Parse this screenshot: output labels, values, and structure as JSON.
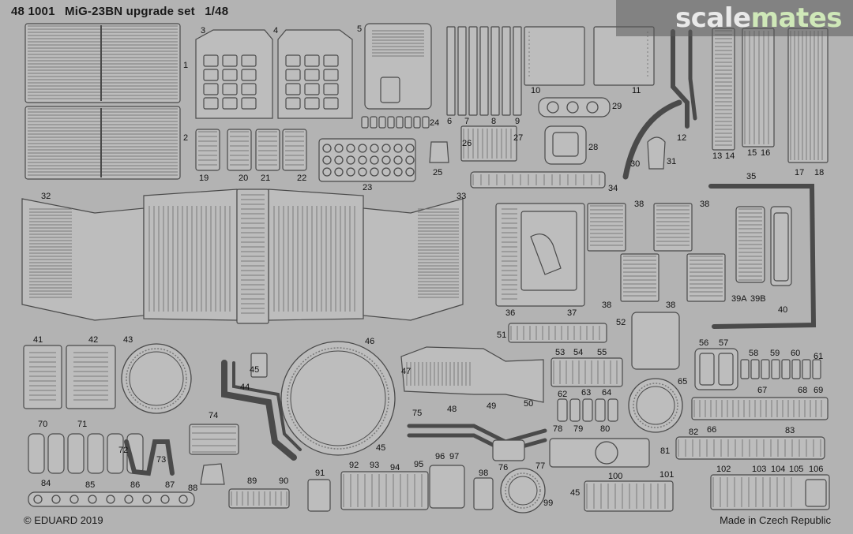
{
  "header": {
    "set_number": "48 1001",
    "title": "MiG-23BN upgrade set",
    "scale": "1/48"
  },
  "watermark": {
    "part1": "scale",
    "part2": "mates"
  },
  "footer": {
    "copyright": "© EDUARD 2019",
    "origin": "Made in Czech Republic"
  },
  "colors": {
    "fret": "#b3b3b3",
    "part_fill": "#bdbdbd",
    "part_stroke": "#4a4a4a",
    "etch_dark": "#7a7a7a"
  },
  "part_numbers": [
    {
      "id": "p1",
      "label": "1"
    },
    {
      "id": "p2",
      "label": "2"
    },
    {
      "id": "p3",
      "label": "3"
    },
    {
      "id": "p4",
      "label": "4"
    },
    {
      "id": "p5",
      "label": "5"
    },
    {
      "id": "p6",
      "label": "6"
    },
    {
      "id": "p7",
      "label": "7"
    },
    {
      "id": "p8",
      "label": "8"
    },
    {
      "id": "p9",
      "label": "9"
    },
    {
      "id": "p10",
      "label": "10"
    },
    {
      "id": "p11",
      "label": "11"
    },
    {
      "id": "p12",
      "label": "12"
    },
    {
      "id": "p13",
      "label": "13"
    },
    {
      "id": "p14",
      "label": "14"
    },
    {
      "id": "p15",
      "label": "15"
    },
    {
      "id": "p16",
      "label": "16"
    },
    {
      "id": "p17",
      "label": "17"
    },
    {
      "id": "p18",
      "label": "18"
    },
    {
      "id": "p19",
      "label": "19"
    },
    {
      "id": "p20",
      "label": "20"
    },
    {
      "id": "p21",
      "label": "21"
    },
    {
      "id": "p22",
      "label": "22"
    },
    {
      "id": "p23",
      "label": "23"
    },
    {
      "id": "p24",
      "label": "24"
    },
    {
      "id": "p25",
      "label": "25"
    },
    {
      "id": "p26",
      "label": "26"
    },
    {
      "id": "p27",
      "label": "27"
    },
    {
      "id": "p28",
      "label": "28"
    },
    {
      "id": "p29",
      "label": "29"
    },
    {
      "id": "p30",
      "label": "30"
    },
    {
      "id": "p31",
      "label": "31"
    },
    {
      "id": "p32",
      "label": "32"
    },
    {
      "id": "p33",
      "label": "33"
    },
    {
      "id": "p34",
      "label": "34"
    },
    {
      "id": "p35",
      "label": "35"
    },
    {
      "id": "p36",
      "label": "36"
    },
    {
      "id": "p37",
      "label": "37"
    },
    {
      "id": "p38a",
      "label": "38"
    },
    {
      "id": "p38b",
      "label": "38"
    },
    {
      "id": "p38c",
      "label": "38"
    },
    {
      "id": "p38d",
      "label": "38"
    },
    {
      "id": "p39a",
      "label": "39A"
    },
    {
      "id": "p39b",
      "label": "39B"
    },
    {
      "id": "p40",
      "label": "40"
    },
    {
      "id": "p41",
      "label": "41"
    },
    {
      "id": "p42",
      "label": "42"
    },
    {
      "id": "p43",
      "label": "43"
    },
    {
      "id": "p44",
      "label": "44"
    },
    {
      "id": "p45a",
      "label": "45"
    },
    {
      "id": "p45b",
      "label": "45"
    },
    {
      "id": "p45c",
      "label": "45"
    },
    {
      "id": "p46",
      "label": "46"
    },
    {
      "id": "p47",
      "label": "47"
    },
    {
      "id": "p48",
      "label": "48"
    },
    {
      "id": "p49",
      "label": "49"
    },
    {
      "id": "p50",
      "label": "50"
    },
    {
      "id": "p51",
      "label": "51"
    },
    {
      "id": "p52",
      "label": "52"
    },
    {
      "id": "p53",
      "label": "53"
    },
    {
      "id": "p54",
      "label": "54"
    },
    {
      "id": "p55",
      "label": "55"
    },
    {
      "id": "p56",
      "label": "56"
    },
    {
      "id": "p57",
      "label": "57"
    },
    {
      "id": "p58",
      "label": "58"
    },
    {
      "id": "p59",
      "label": "59"
    },
    {
      "id": "p60",
      "label": "60"
    },
    {
      "id": "p61",
      "label": "61"
    },
    {
      "id": "p62",
      "label": "62"
    },
    {
      "id": "p63",
      "label": "63"
    },
    {
      "id": "p64",
      "label": "64"
    },
    {
      "id": "p65",
      "label": "65"
    },
    {
      "id": "p66",
      "label": "66"
    },
    {
      "id": "p67",
      "label": "67"
    },
    {
      "id": "p68",
      "label": "68"
    },
    {
      "id": "p69",
      "label": "69"
    },
    {
      "id": "p70",
      "label": "70"
    },
    {
      "id": "p71",
      "label": "71"
    },
    {
      "id": "p72",
      "label": "72"
    },
    {
      "id": "p73",
      "label": "73"
    },
    {
      "id": "p74",
      "label": "74"
    },
    {
      "id": "p75",
      "label": "75"
    },
    {
      "id": "p76",
      "label": "76"
    },
    {
      "id": "p77",
      "label": "77"
    },
    {
      "id": "p78",
      "label": "78"
    },
    {
      "id": "p79",
      "label": "79"
    },
    {
      "id": "p80",
      "label": "80"
    },
    {
      "id": "p81",
      "label": "81"
    },
    {
      "id": "p82",
      "label": "82"
    },
    {
      "id": "p83",
      "label": "83"
    },
    {
      "id": "p84",
      "label": "84"
    },
    {
      "id": "p85",
      "label": "85"
    },
    {
      "id": "p86",
      "label": "86"
    },
    {
      "id": "p87",
      "label": "87"
    },
    {
      "id": "p88",
      "label": "88"
    },
    {
      "id": "p89",
      "label": "89"
    },
    {
      "id": "p90",
      "label": "90"
    },
    {
      "id": "p91",
      "label": "91"
    },
    {
      "id": "p92",
      "label": "92"
    },
    {
      "id": "p93",
      "label": "93"
    },
    {
      "id": "p94",
      "label": "94"
    },
    {
      "id": "p95",
      "label": "95"
    },
    {
      "id": "p96",
      "label": "96"
    },
    {
      "id": "p97",
      "label": "97"
    },
    {
      "id": "p98",
      "label": "98"
    },
    {
      "id": "p99",
      "label": "99"
    },
    {
      "id": "p100",
      "label": "100"
    },
    {
      "id": "p101",
      "label": "101"
    },
    {
      "id": "p102",
      "label": "102"
    },
    {
      "id": "p103",
      "label": "103"
    },
    {
      "id": "p104",
      "label": "104"
    },
    {
      "id": "p105",
      "label": "105"
    },
    {
      "id": "p106",
      "label": "106"
    }
  ]
}
